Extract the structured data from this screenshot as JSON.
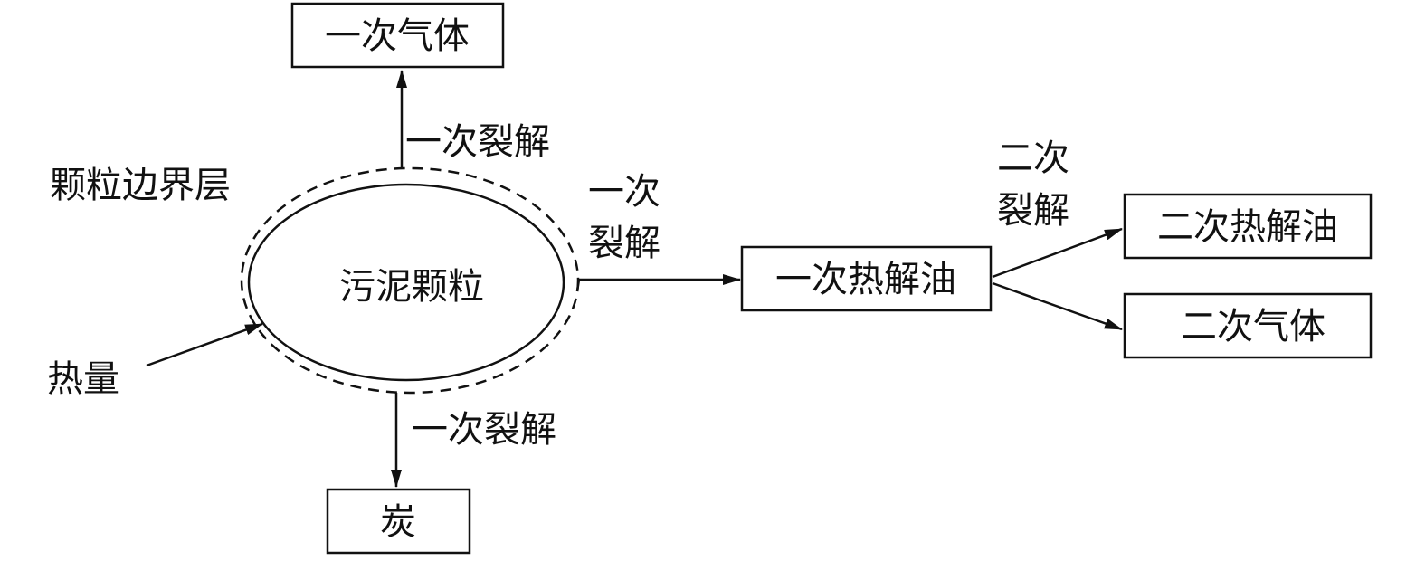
{
  "nodes": {
    "primary_gas": "一次气体",
    "sludge_particle": "污泥颗粒",
    "primary_oil": "一次热解油",
    "secondary_oil": "二次热解油",
    "secondary_gas": "二次气体",
    "char": "炭"
  },
  "labels": {
    "boundary_layer": "颗粒边界层",
    "heat": "热量",
    "cracking_up": "一次裂解",
    "cracking_down": "一次裂解",
    "cracking_right_line1": "一次",
    "cracking_right_line2": "裂解",
    "secondary_cracking_line1": "二次",
    "secondary_cracking_line2": "裂解"
  },
  "colors": {
    "stroke": "#111111",
    "background": "#ffffff"
  }
}
